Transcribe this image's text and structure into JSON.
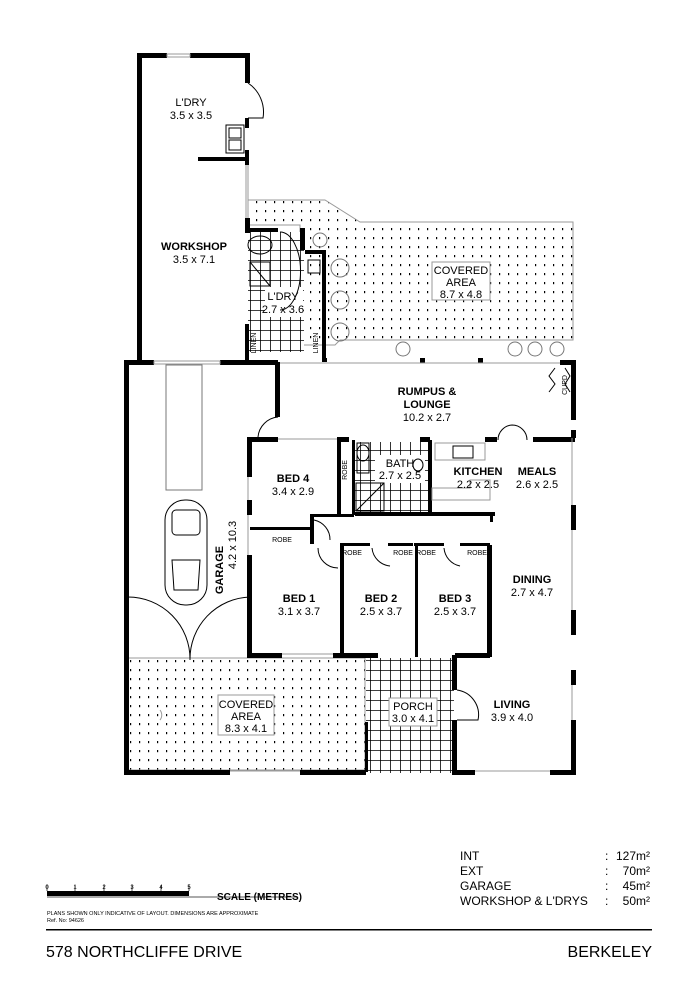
{
  "plan": {
    "rooms": {
      "ldry_top": {
        "name": "L'DRY",
        "size": "3.5 x 3.5"
      },
      "workshop": {
        "name": "WORKSHOP",
        "size": "3.5 x 7.1"
      },
      "ldry_small": {
        "name": "L'DRY",
        "size": "2.7 x 3.6"
      },
      "covered_top": {
        "name1": "COVERED",
        "name2": "AREA",
        "size": "8.7 x 4.8"
      },
      "linen_left": "LINEN",
      "linen_right": "LINEN",
      "cupd": "CUPD",
      "rumpus": {
        "name1": "RUMPUS &",
        "name2": "LOUNGE",
        "size": "10.2 x 2.7"
      },
      "bed4": {
        "name": "BED 4",
        "size": "3.4 x 2.9"
      },
      "robe_bed4": "ROBE",
      "bath": {
        "name": "BATH",
        "size": "2.7 x 2.5"
      },
      "kitchen": {
        "name": "KITCHEN",
        "size": "2.2 x 2.5"
      },
      "meals": {
        "name": "MEALS",
        "size": "2.6 x 2.5"
      },
      "robe_bed1": "ROBE",
      "robe_bed2a": "ROBE",
      "robe_bed2b": "ROBE",
      "robe_bed3a": "ROBE",
      "robe_bed3b": "ROBE",
      "garage": {
        "name": "GARAGE",
        "size": "4.2 x 10.3"
      },
      "bed1": {
        "name": "BED 1",
        "size": "3.1 x 3.7"
      },
      "bed2": {
        "name": "BED 2",
        "size": "2.5 x 3.7"
      },
      "bed3": {
        "name": "BED 3",
        "size": "2.5 x 3.7"
      },
      "dining": {
        "name": "DINING",
        "size": "2.7 x 4.7"
      },
      "covered_bottom": {
        "name1": "COVERED",
        "name2": "AREA",
        "size": "8.3 x 4.1"
      },
      "porch": {
        "name": "PORCH",
        "size": "3.0 x 4.1"
      },
      "living": {
        "name": "LIVING",
        "size": "3.9 x 4.0"
      }
    }
  },
  "scale": {
    "ticks": [
      "0",
      "1",
      "2",
      "3",
      "4",
      "5"
    ],
    "label": "SCALE (METRES)",
    "disclaimer": "PLANS SHOWN ONLY INDICATIVE OF LAYOUT.  DIMENSIONS ARE APPROXIMATE",
    "ref": "Ref. No: 94626"
  },
  "areas": [
    {
      "name": "INT",
      "sep": ":",
      "value": "127m²"
    },
    {
      "name": "EXT",
      "sep": ":",
      "value": "70m²"
    },
    {
      "name": "GARAGE",
      "sep": ":",
      "value": "45m²"
    },
    {
      "name": "WORKSHOP & L'DRYS",
      "sep": ":",
      "value": "50m²"
    }
  ],
  "footer": {
    "address": "578 NORTHCLIFFE DRIVE",
    "suburb": "BERKELEY"
  }
}
